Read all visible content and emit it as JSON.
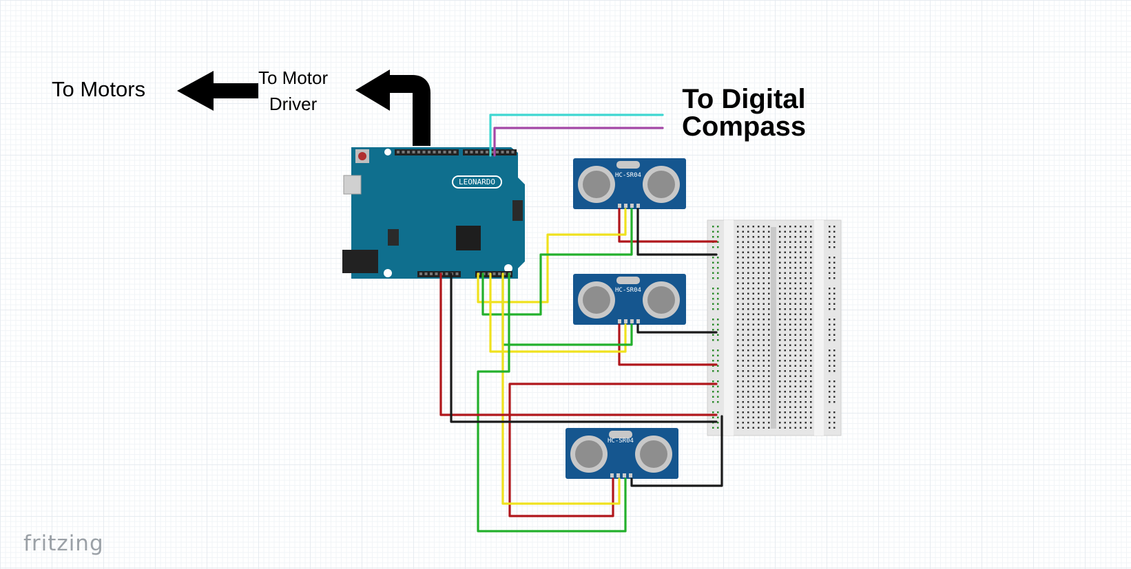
{
  "labels": {
    "motors": "To Motors",
    "motor_driver_line1": "To Motor",
    "motor_driver_line2": "Driver",
    "compass_line1": "To Digital",
    "compass_line2": "Compass"
  },
  "board": {
    "name": "LEONARDO"
  },
  "sensors": [
    {
      "model": "HC-SR04"
    },
    {
      "model": "HC-SR04"
    },
    {
      "model": "HC-SR04"
    }
  ],
  "brand": "fritzing",
  "colors": {
    "board": "#0f6f8e",
    "sensor": "#15568f",
    "wire_red": "#b0161b",
    "wire_black": "#1a1a1a",
    "wire_yellow": "#efe11d",
    "wire_green": "#23b02c",
    "wire_cyan": "#3fd7d1",
    "wire_purple": "#a447a6",
    "breadboard": "#e8e8e8"
  }
}
